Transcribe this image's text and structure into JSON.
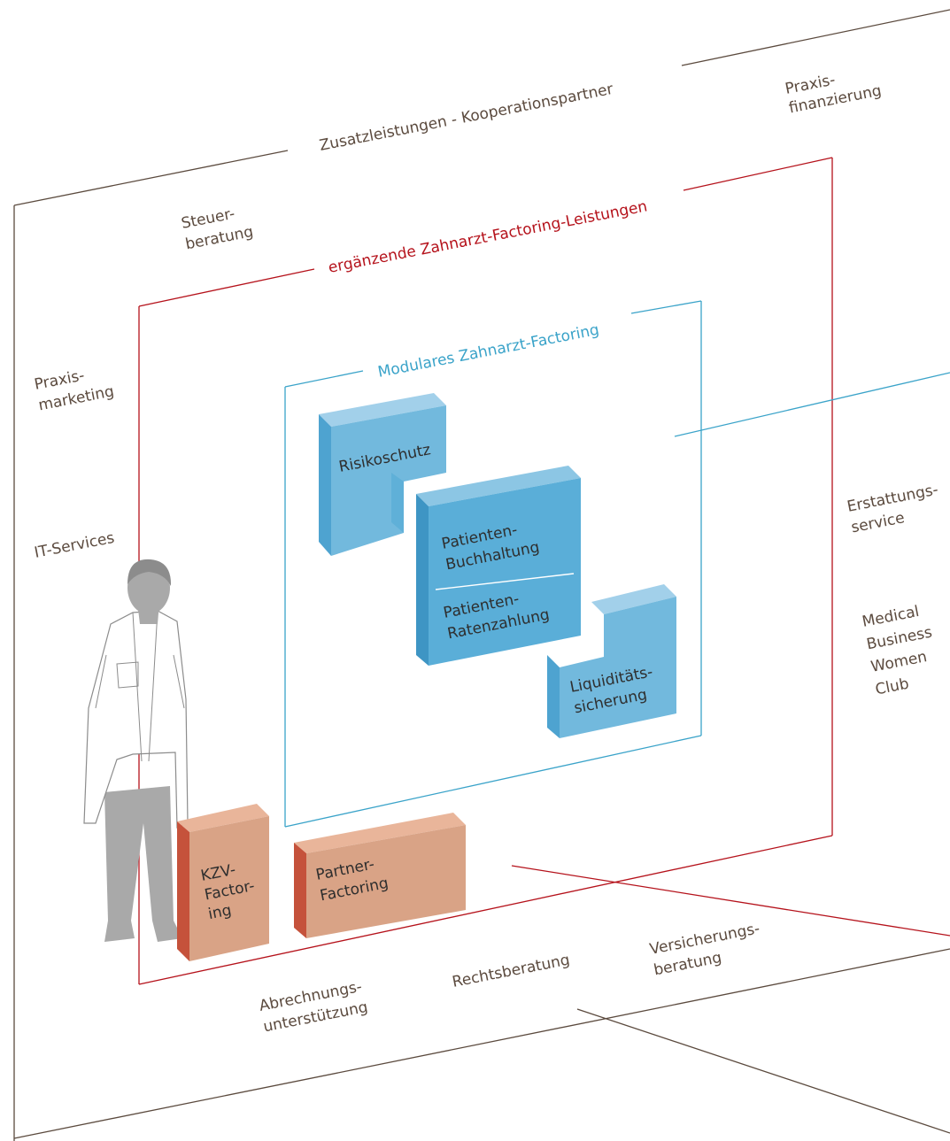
{
  "titles": {
    "outer": "Zusatzleistungen - Kooperationspartner",
    "middle": "ergänzende Zahnarzt-Factoring-Leistungen",
    "inner": "Modulares Zahnarzt-Factoring"
  },
  "outer_services": {
    "praxisfinanzierung": [
      "Praxis-",
      "finanzierung"
    ],
    "steuerberatung": [
      "Steuer-",
      "beratung"
    ],
    "praxismarketing": [
      "Praxis-",
      "marketing"
    ],
    "it_services": [
      "IT-Services"
    ],
    "erstattungsservice": [
      "Erstattungs-",
      "service"
    ],
    "medical_business": [
      "Medical",
      "Business",
      "Women",
      "Club"
    ],
    "rechtsberatung": [
      "Rechtsberatung"
    ],
    "versicherungsberatung": [
      "Versicherungs-",
      "beratung"
    ],
    "abrechnung": [
      "Abrechnungs-",
      "unterstützung"
    ]
  },
  "core_modules": {
    "risikoschutz": [
      "Risikoschutz"
    ],
    "patienten_buchhaltung": [
      "Patienten-",
      "Buchhaltung"
    ],
    "patienten_ratenzahlung": [
      "Patienten-",
      "Ratenzahlung"
    ],
    "liquiditaetssicherung": [
      "Liquiditäts-",
      "sicherung"
    ]
  },
  "factoring_modules": {
    "kzv": [
      "KZV-",
      "Factor-",
      "ing"
    ],
    "partner": [
      "Partner-",
      "Factoring"
    ]
  },
  "colors": {
    "outer_frame": "#5b4a3e",
    "middle_frame": "#b5121b",
    "inner_frame": "#3aa3c9",
    "blue_box": "#72b9dd",
    "orange_box": "#d9a386",
    "person": "#a9a9a9"
  }
}
